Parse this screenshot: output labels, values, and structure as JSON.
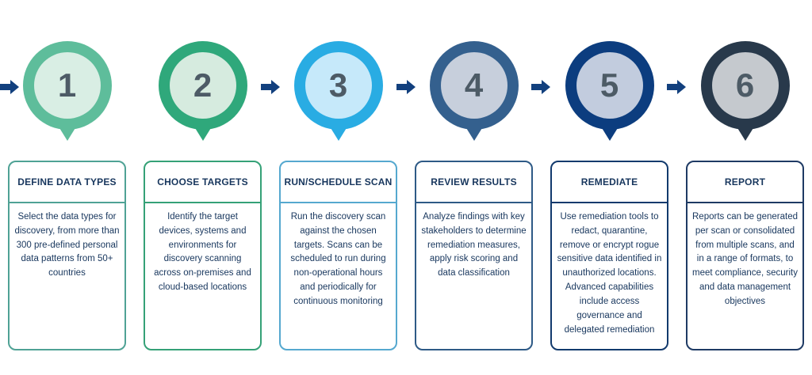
{
  "diagram": {
    "arrow_color": "#12407E",
    "text_color": "#17365D",
    "number_color": "#4D5B66",
    "background_color": "#FFFFFF"
  },
  "steps": [
    {
      "number": "1",
      "title": "DEFINE DATA TYPES",
      "body": "Select the data types for discovery, from more than 300 pre-defined personal data patterns from 50+ countries",
      "colors": {
        "ring": "#5EBD9B",
        "fill": "#D9EEE4",
        "card_border": "#4FA295"
      }
    },
    {
      "number": "2",
      "title": "CHOOSE TARGETS",
      "body": "Identify the target devices, systems and environments for discovery scanning across on-premises and cloud-based locations",
      "colors": {
        "ring": "#2FA87B",
        "fill": "#D6EBDF",
        "card_border": "#35A177"
      }
    },
    {
      "number": "3",
      "title": "RUN/SCHEDULE SCAN",
      "body": "Run the discovery scan against the chosen targets. Scans can be scheduled to run during non-operational hours and periodically for continuous monitoring",
      "colors": {
        "ring": "#29ACE3",
        "fill": "#C6E9FA",
        "card_border": "#55A8CF"
      }
    },
    {
      "number": "4",
      "title": "REVIEW RESULTS",
      "body": "Analyze findings with key stakeholders to determine remediation measures, apply risk scoring and data classification",
      "colors": {
        "ring": "#34608E",
        "fill": "#C7CFDC",
        "card_border": "#2E5A86"
      }
    },
    {
      "number": "5",
      "title": "REMEDIATE",
      "body": "Use remediation tools to redact, quarantine, remove or encrypt rogue sensitive data identified in unauthorized locations. Advanced capabilities include access governance and delegated remediation",
      "colors": {
        "ring": "#0C3D7F",
        "fill": "#C2CCDE",
        "card_border": "#123A6D"
      }
    },
    {
      "number": "6",
      "title": "REPORT",
      "body": "Reports can be generated per scan or consolidated from multiple scans, and in a range of formats, to meet compliance, security and data management objectives",
      "colors": {
        "ring": "#28394B",
        "fill": "#C5C9CE",
        "card_border": "#1E3A64"
      }
    }
  ]
}
